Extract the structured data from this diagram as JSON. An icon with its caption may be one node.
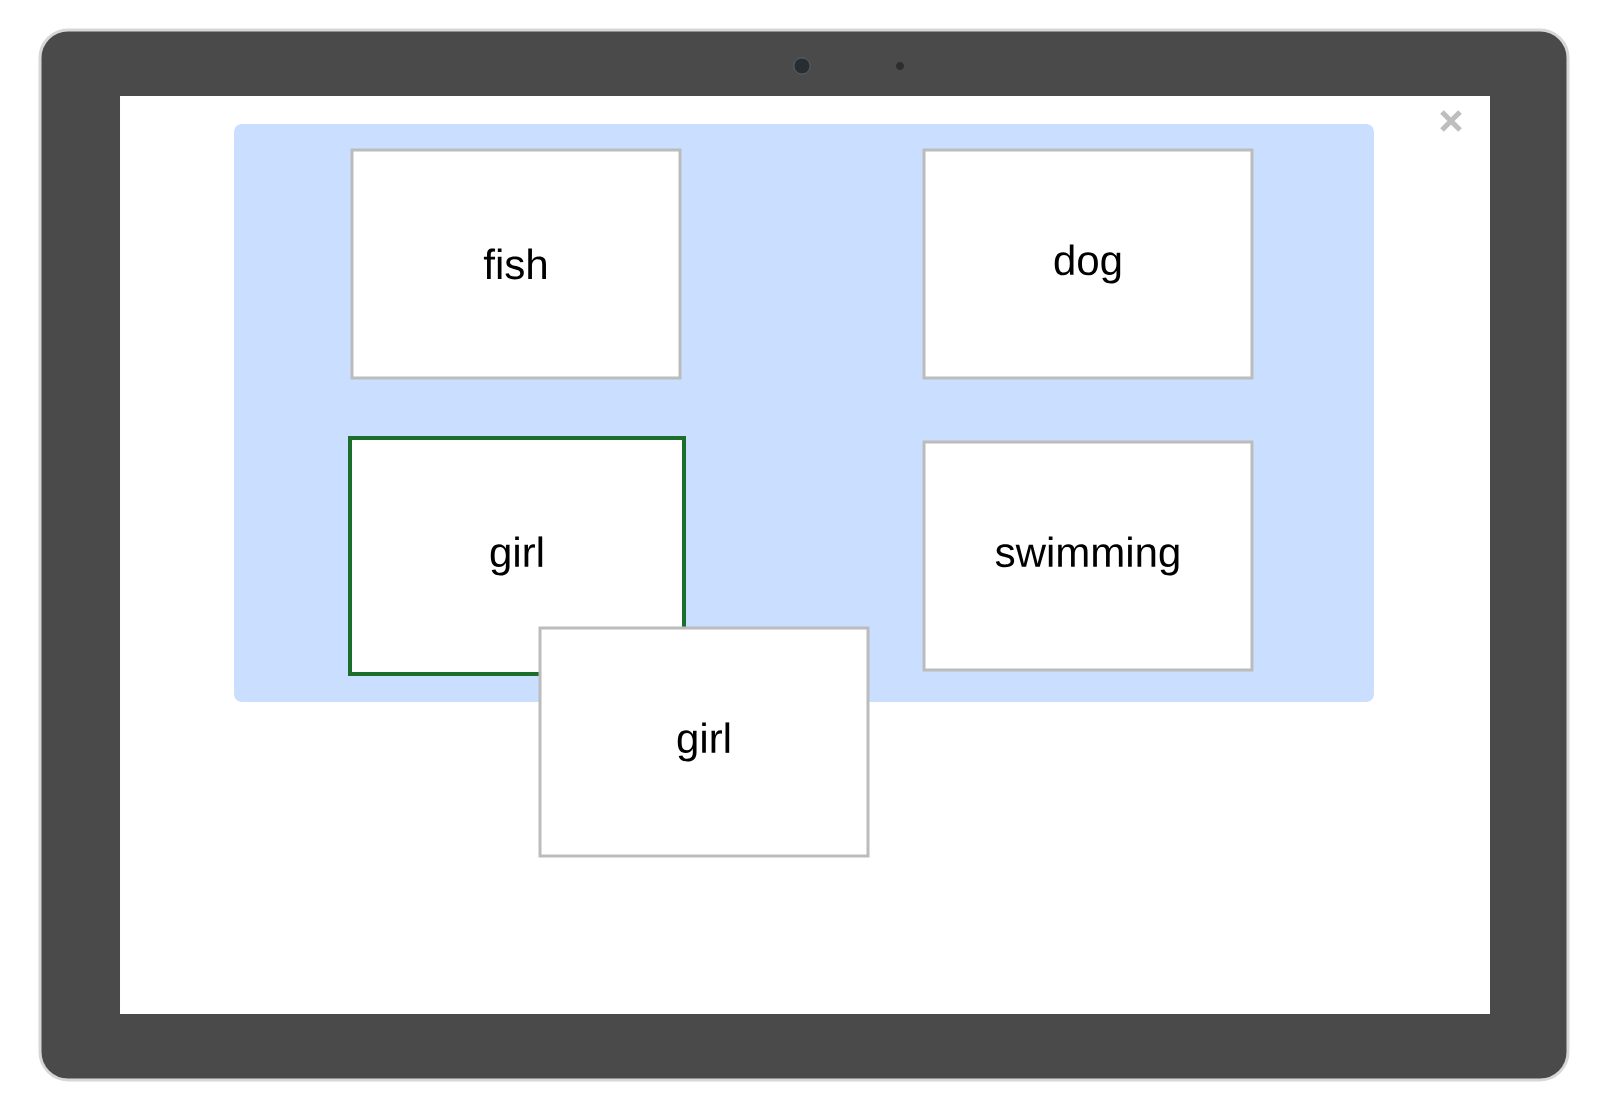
{
  "diagram": {
    "nodes": [
      {
        "text": [],
        "shape": "box"
      },
      {
        "text": [
          "fish"
        ],
        "in": 0
      },
      {
        "text": [
          "dog"
        ],
        "in": 0
      },
      {
        "text": [
          "girl"
        ],
        "in": 0
      },
      {
        "text": [
          "swimming"
        ],
        "in": 0
      },
      {
        "text": [
          "girl"
        ]
      }
    ]
  }
}
